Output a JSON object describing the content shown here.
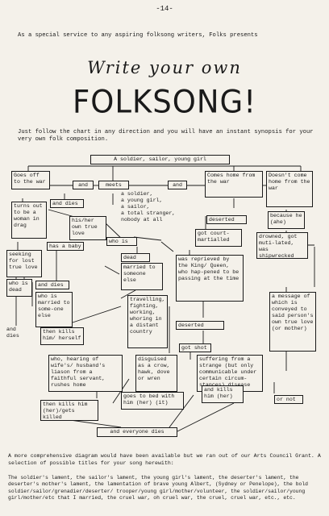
{
  "page": {
    "number": "-14-",
    "intro": "As a special service to any aspiring folksong writers, Folks presents",
    "title_script": "Write your own",
    "title_big": "FOLKSONG!",
    "lead": "Just follow the chart in any direction and you will have an instant synopsis for your very own folk composition.",
    "outro": "A more comprehensive diagram would have been available but we ran out of our Arts Council Grant. A selection of possible titles for your song herewith:",
    "titles": "The soldier's lament, the sailor's lament, the young girl's lament, the deserter's lament, the deserter's mother's lament, the lamentation of brave young Albert, (Sydney or Penelope), the bold soldier/sailor/grenadier/deserter/ trooper/young girl/mother/volunteer, the soldier/sailor/young girl/mother/etc that I married, the cruel war, oh cruel war, the cruel, cruel war, etc., etc."
  },
  "chart": {
    "top": "A soldier, sailor, young girl",
    "goes_off": "Goes off to the war",
    "and1": "and",
    "meets": "meets",
    "and2": "and",
    "comes_home": "Comes home from the war",
    "doesnt_come": "Doesn't come home from the war",
    "turns_out": "turns out to be a woman in drag",
    "and_dies1": "and dies",
    "meets_list": "a soldier,\na young girl,\na sailor,\na total stranger,\nnobody at all",
    "deserted": "deserted",
    "because": "because he (ahe)",
    "his_her": "his/her own true love",
    "who_is": "who is",
    "got_court": "got court-martialled",
    "drowned": "drowned, got muti-lated, was shipwrecked",
    "seeking": "seeking for lost true love",
    "has_baby": "has a baby",
    "dead": "dead",
    "married_to": "married to someone else",
    "reprieved": "was reprieved by the King/ Queen, who hap-pened to be passing at the time",
    "who_is_dead": "who is dead",
    "and_dies2": "and dies",
    "who_is_married": "who is married to some-one else",
    "travelling": "travelling, fighting, working, whoring in a distant country",
    "message": "a message of which is conveyed to said person's own true love (or mother)",
    "and_dies3": "and dies",
    "then_kills": "then kills him/ herself",
    "deserted_again": "deserted again",
    "got_shot": "got shot",
    "who_hearing": "who, hearing of wife's/ husband's liason from a faithful servant, rushes home",
    "disguised": "disguised as a crow, hawk, dove or wren",
    "suffering": "suffering from a strange (but only communicable under certain circum-stances) disease",
    "or_not": "or not",
    "goes_to_bed": "goes to bed with him (her) (it)",
    "and_kills": "and kills him (her)",
    "then_kills2": "then kills him (her)/gets killed",
    "everyone": "and everyone dies"
  }
}
